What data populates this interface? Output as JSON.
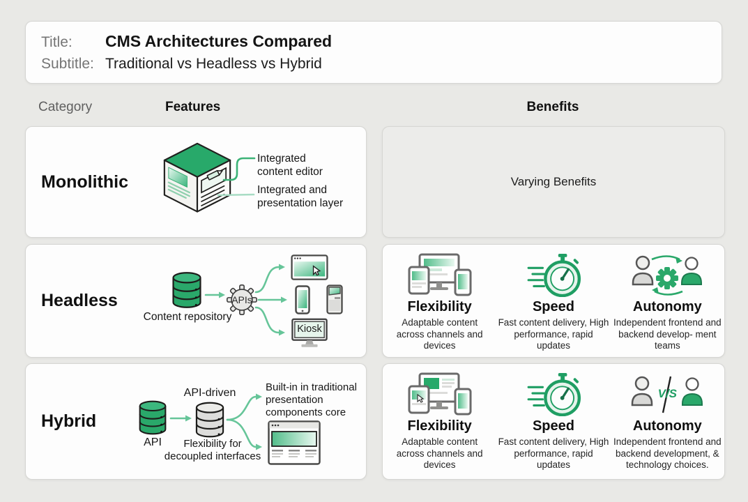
{
  "header": {
    "title_label": "Title:",
    "title": "CMS Architectures Compared",
    "subtitle_label": "Subtitle:",
    "subtitle": "Traditional vs Headless vs Hybrid"
  },
  "columns": {
    "category": "Category",
    "features": "Features",
    "benefits": "Benefits"
  },
  "rows": {
    "monolithic": {
      "label": "Monolithic",
      "features": {
        "callout_editor": "Integrated content editor",
        "callout_presentation": "Integrated and presentation layer"
      },
      "benefits_placeholder": "Varying Benefits"
    },
    "headless": {
      "label": "Headless",
      "features": {
        "repository_label": "Content repository",
        "gear_label": "APIs",
        "kiosk_label": "Kiosk"
      },
      "benefits": [
        {
          "title": "Flexibility",
          "desc": "Adaptable content across channels and devices"
        },
        {
          "title": "Speed",
          "desc": "Fast content delivery, High performance, rapid updates"
        },
        {
          "title": "Autonomy",
          "desc": "Independent frontend and backend develop- ment teams"
        }
      ]
    },
    "hybrid": {
      "label": "Hybrid",
      "features": {
        "api_label": "API",
        "api_driven_label": "API-driven",
        "decoupled_label": "Flexibility for decoupled interfaces",
        "builtin_label": "Built-in in traditional presentation components core"
      },
      "vs_label": "V/S",
      "benefits": [
        {
          "title": "Flexibility",
          "desc": "Adaptable content across channels and devices"
        },
        {
          "title": "Speed",
          "desc": "Fast content delivery, High performance, rapid updates"
        },
        {
          "title": "Autonomy",
          "desc": "Independent frontend and backend development, & technology choices."
        }
      ]
    }
  },
  "colors": {
    "accent_green": "#28a96a",
    "arrow_green": "#66c599",
    "panel_gray": "#ececea",
    "background": "#e9e9e6"
  }
}
